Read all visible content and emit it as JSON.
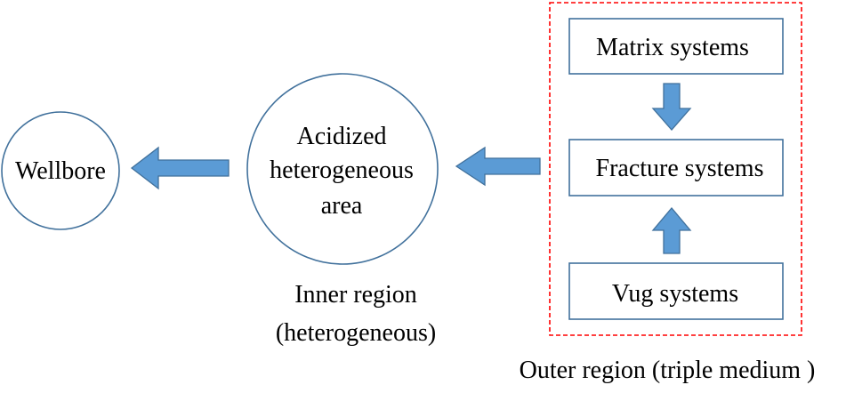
{
  "nodes": {
    "wellbore": {
      "label": "Wellbore"
    },
    "acidized": {
      "lines": [
        "Acidized",
        "heterogeneous",
        "area"
      ]
    },
    "matrix": {
      "label": "Matrix systems"
    },
    "fracture": {
      "label": "Fracture systems"
    },
    "vug": {
      "label": "Vug systems"
    }
  },
  "captions": {
    "inner": {
      "lines": [
        "Inner region",
        "(heterogeneous)"
      ]
    },
    "outer": {
      "label": "Outer region (triple medium )"
    }
  },
  "colors": {
    "arrow_fill": "#5b9bd5",
    "arrow_stroke": "#41719c",
    "node_stroke": "#41719c",
    "outer_border": "#ff0000"
  }
}
